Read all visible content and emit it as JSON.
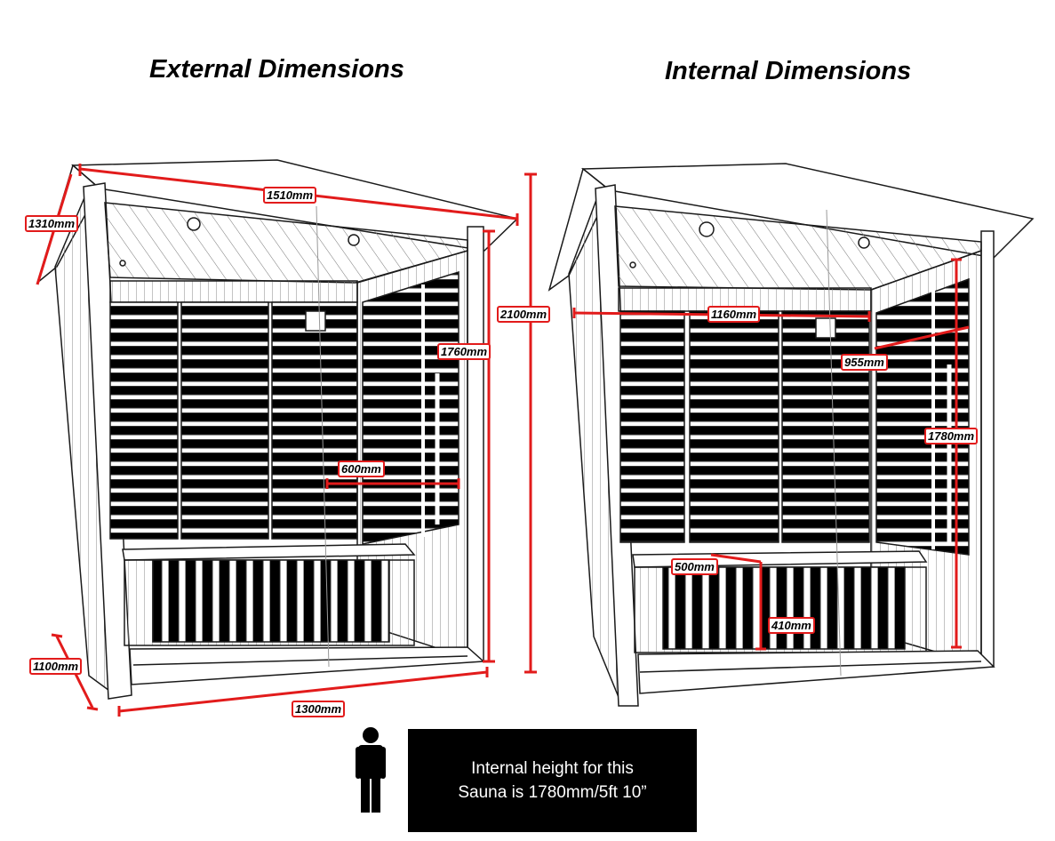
{
  "titles": {
    "external": "External Dimensions",
    "internal": "Internal Dimensions"
  },
  "dimensions": {
    "external": {
      "width": "1510mm",
      "side_depth": "1310mm",
      "total_height": "2100mm",
      "panel_height": "1760mm",
      "side_panel_width": "600mm",
      "base_depth": "1100mm",
      "base_width": "1300mm"
    },
    "internal": {
      "width": "1160mm",
      "depth": "955mm",
      "height": "1780mm",
      "bench_depth": "500mm",
      "bench_height": "410mm"
    }
  },
  "note": {
    "line1": "Internal height for this",
    "line2": "Sauna is 1780mm/5ft 10”"
  },
  "colors": {
    "dimension": "#e21b1b",
    "outline": "#1a1a1a",
    "panel": "#000000",
    "background": "#ffffff"
  },
  "icons": {
    "person": "person-silhouette-icon"
  }
}
